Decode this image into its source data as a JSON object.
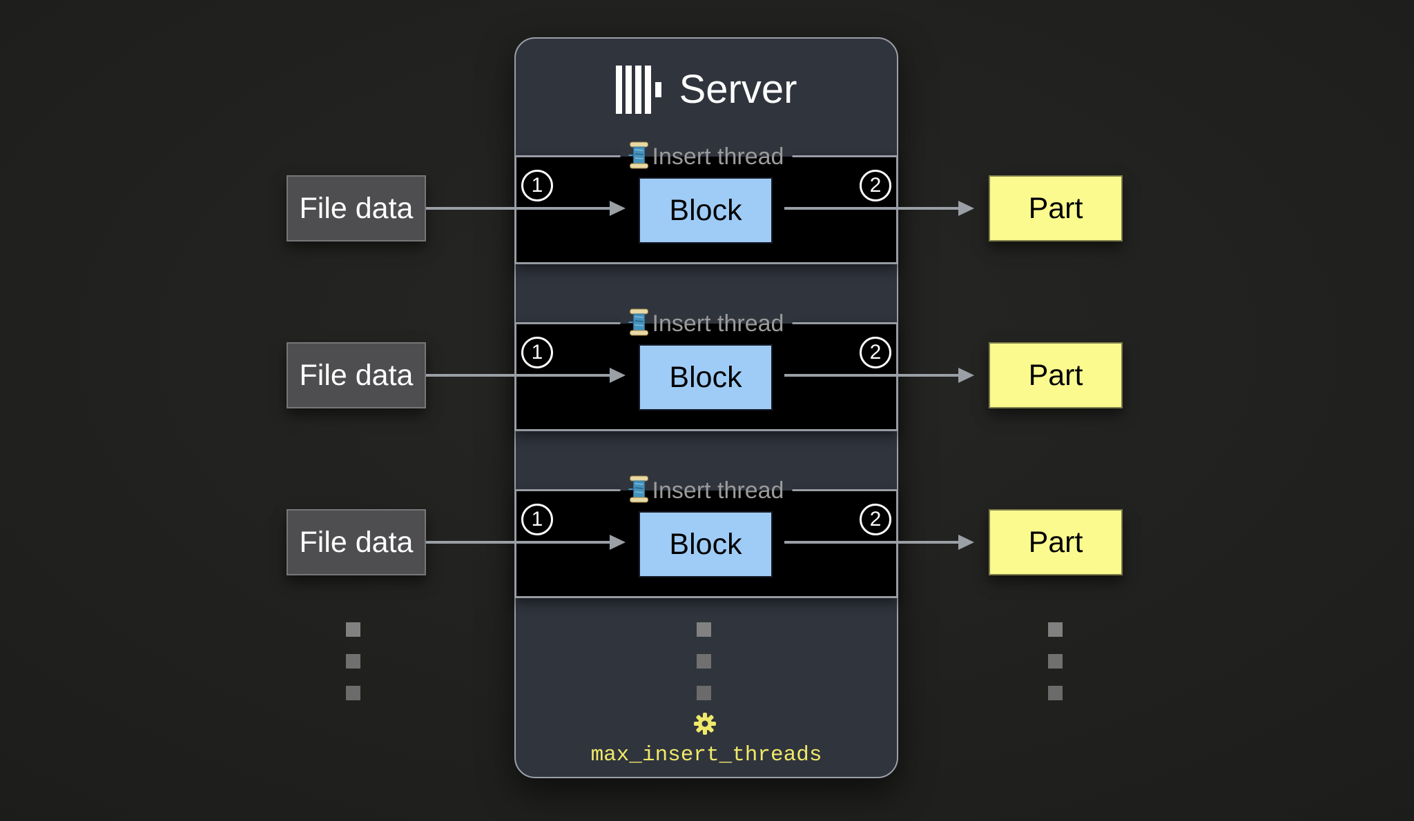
{
  "diagram": {
    "server": {
      "title": "Server",
      "logo": "clickhouse-logo",
      "setting": {
        "icon": "gear-icon",
        "label": "max_insert_threads"
      }
    },
    "rows": [
      {
        "source": "File data",
        "thread_icon": "thread-spool-icon",
        "thread_label": "Insert thread",
        "step_in": "1",
        "block": "Block",
        "step_out": "2",
        "output": "Part"
      },
      {
        "source": "File data",
        "thread_icon": "thread-spool-icon",
        "thread_label": "Insert thread",
        "step_in": "1",
        "block": "Block",
        "step_out": "2",
        "output": "Part"
      },
      {
        "source": "File data",
        "thread_icon": "thread-spool-icon",
        "thread_label": "Insert thread",
        "step_in": "1",
        "block": "Block",
        "step_out": "2",
        "output": "Part"
      }
    ],
    "continuation": {
      "columns": 3,
      "dots_per_column": 3
    },
    "colors": {
      "background": "#1e1e1c",
      "server_bg": "#30343d",
      "band_bg": "#000000",
      "band_border": "#989ca3",
      "block_fill": "#9fccf6",
      "source_fill": "#4e4e50",
      "part_fill": "#fafa8f",
      "arrow": "#9aa0a6",
      "legend_text": "#9b9b9b",
      "accent_yellow": "#efe96a"
    }
  }
}
